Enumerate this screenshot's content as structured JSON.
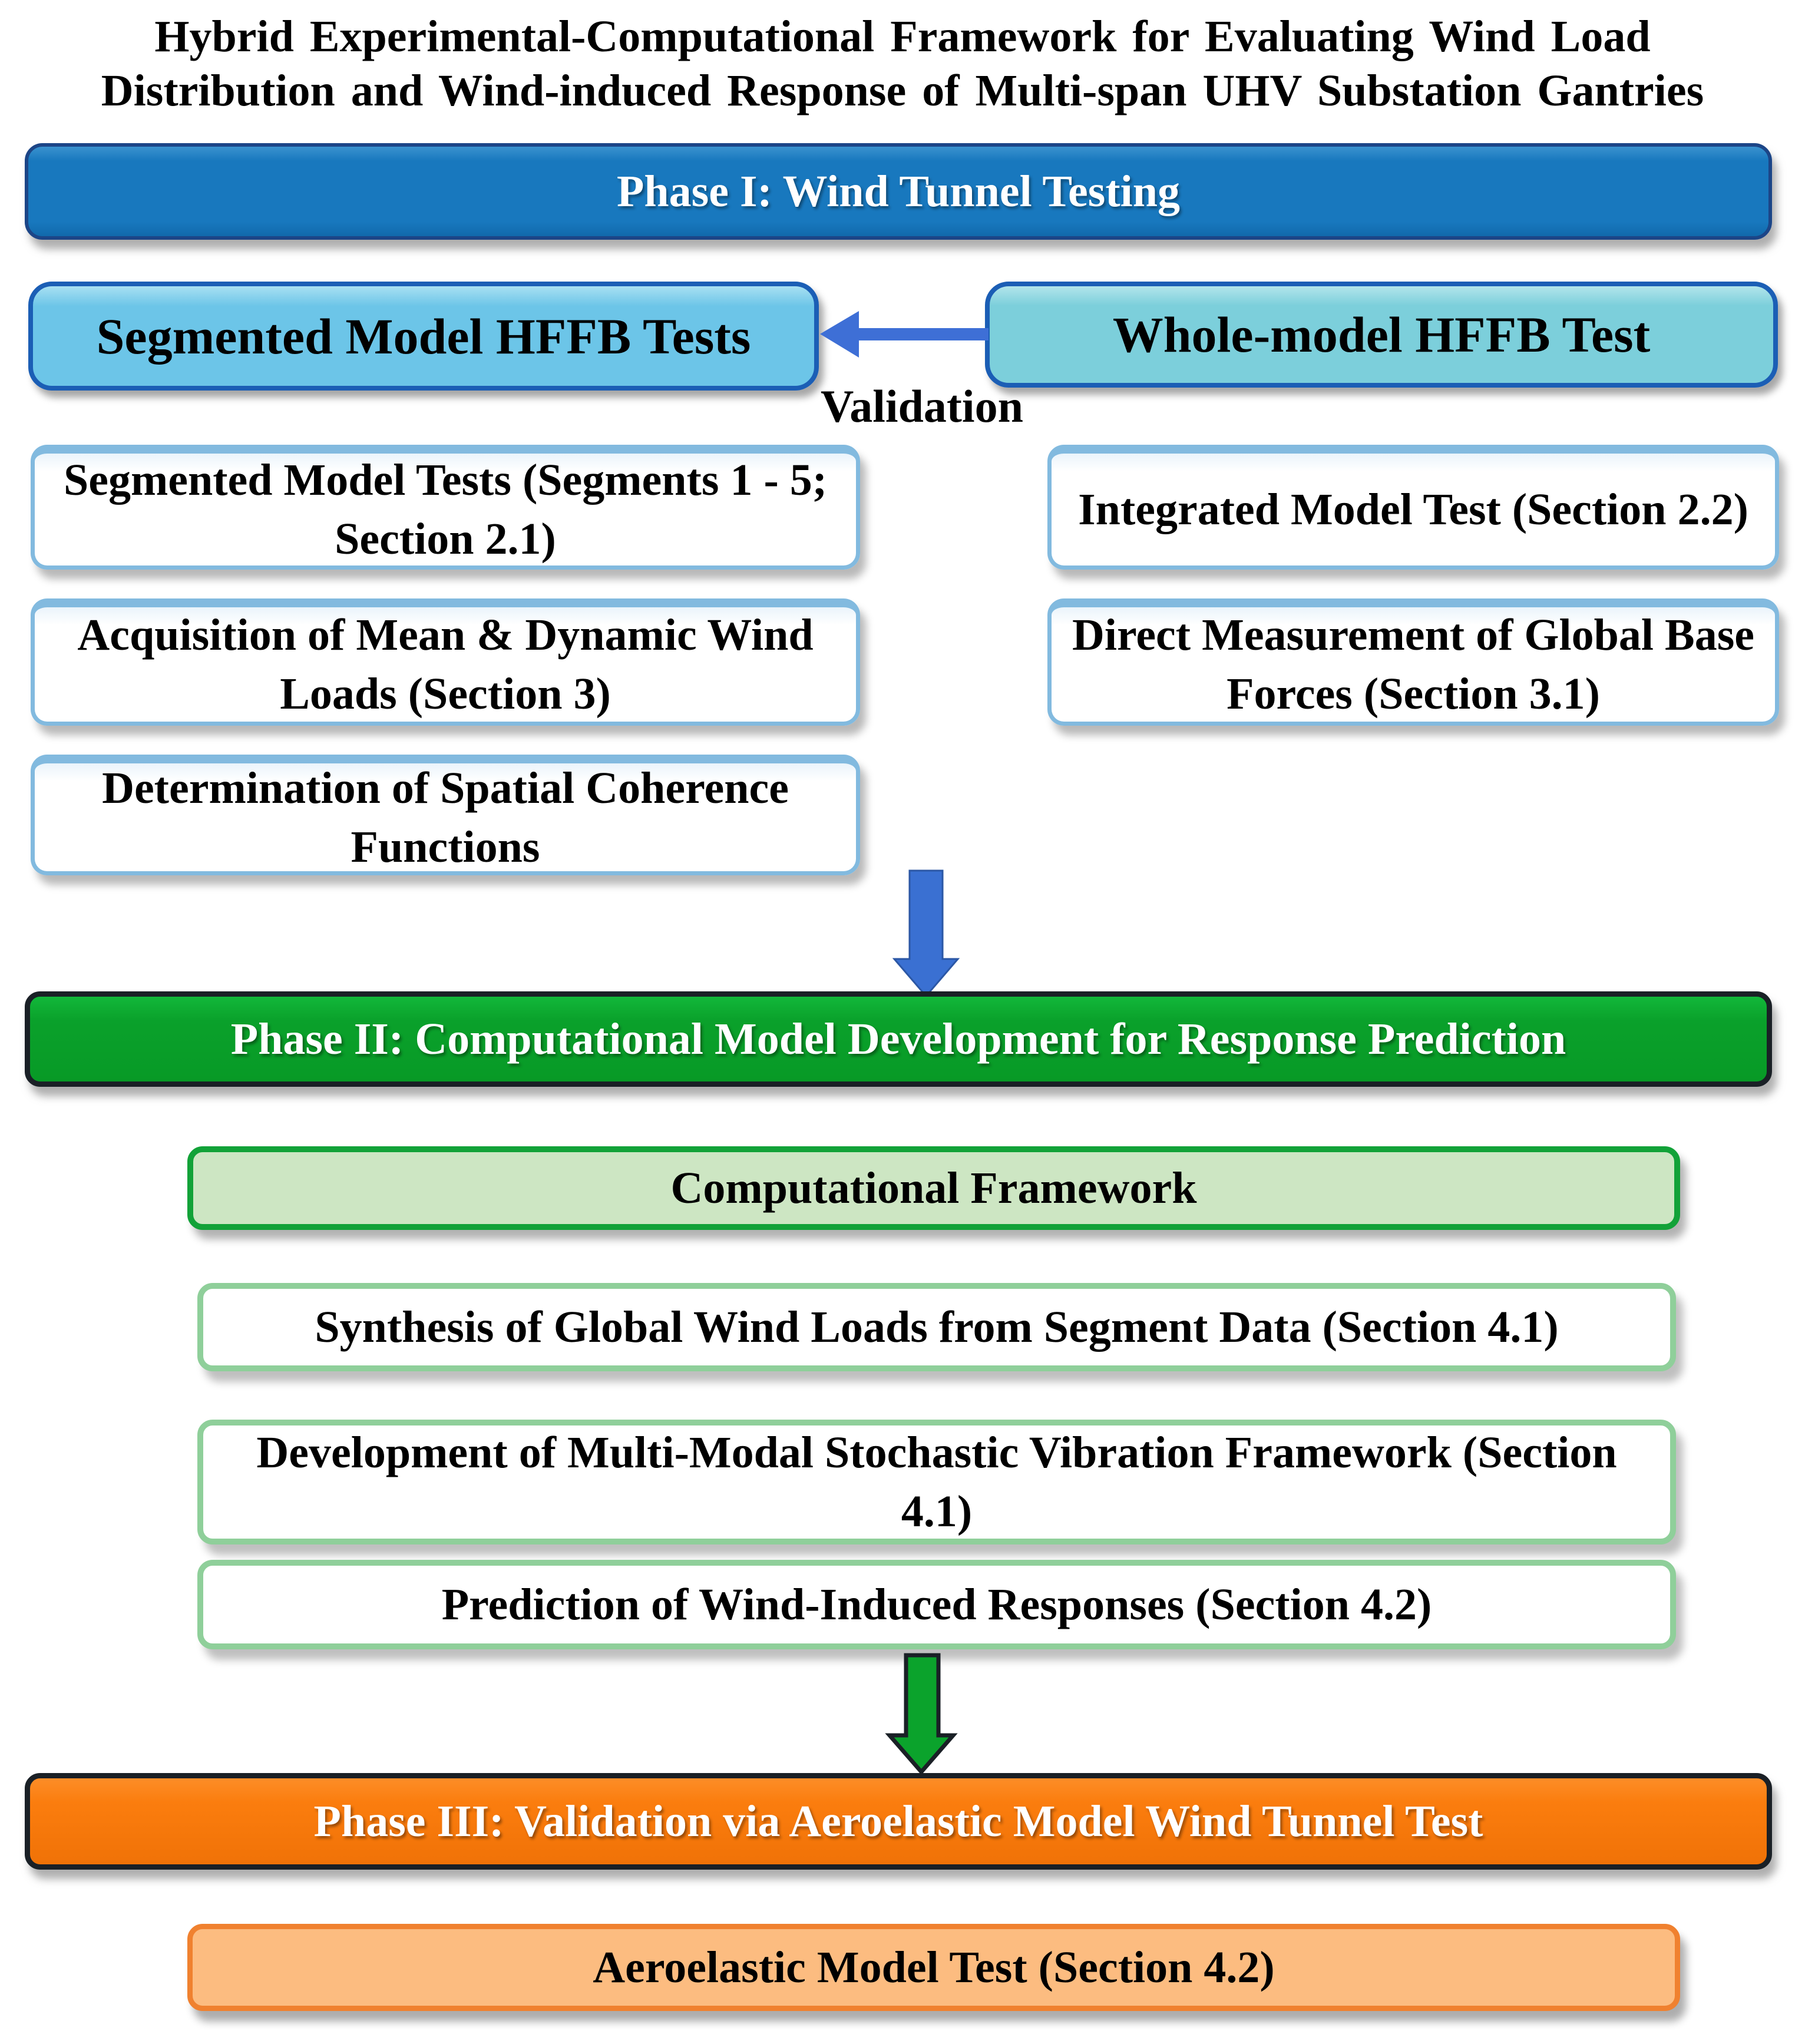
{
  "title": {
    "line1": "Hybrid Experimental-Computational Framework for Evaluating Wind Load",
    "line2": "Distribution and Wind-induced Response of Multi-span UHV Substation Gantries"
  },
  "phase1": {
    "banner": "Phase I: Wind Tunnel Testing",
    "left_header": "Segmented Model HFFB Tests",
    "right_header": "Whole-model HFFB Test",
    "arrow_label": "Validation",
    "left_items": [
      "Segmented Model Tests (Segments 1 - 5; Section 2.1)",
      "Acquisition of Mean & Dynamic Wind Loads (Section 3)",
      "Determination of Spatial Coherence Functions"
    ],
    "right_items": [
      "Integrated Model Test (Section 2.2)",
      "Direct Measurement of Global Base Forces (Section 3.1)"
    ]
  },
  "phase2": {
    "banner": "Phase II: Computational Model Development for Response Prediction",
    "header": "Computational Framework",
    "items": [
      "Synthesis of Global Wind Loads from Segment Data (Section 4.1)",
      "Development of Multi-Modal Stochastic Vibration Framework (Section 4.1)",
      "Prediction of Wind-Induced Responses (Section 4.2)"
    ]
  },
  "phase3": {
    "banner": "Phase III: Validation via Aeroelastic Model Wind Tunnel Test",
    "item": "Aeroelastic Model Test (Section 4.2)"
  },
  "icons": {
    "validation_arrow": "left-arrow",
    "phase1_to_phase2_arrow": "down-arrow-blue",
    "phase2_to_phase3_arrow": "down-arrow-green"
  },
  "colors": {
    "phase1_fill": "#1878BE",
    "phase1_border": "#1C4587",
    "phase2_fill": "#0AA12B",
    "phase3_fill": "#FB7D0E",
    "dark_banner_border": "#1A2026",
    "cyan_left_fill": "#6CC5E8",
    "cyan_right_fill": "#7CCFDB",
    "cyan_border": "#1B5EB5",
    "blue_box_border": "#82BADF",
    "green_box_border": "#8FCF9A",
    "framework_fill": "#CDE6C3",
    "framework_border": "#12A238",
    "aero_fill": "#FCBC80",
    "aero_border": "#F0812F",
    "arrow_blue": "#3A70D2",
    "arrow_green": "#0BA32C",
    "text_dark": "#000000",
    "text_light": "#FFFFFF"
  }
}
